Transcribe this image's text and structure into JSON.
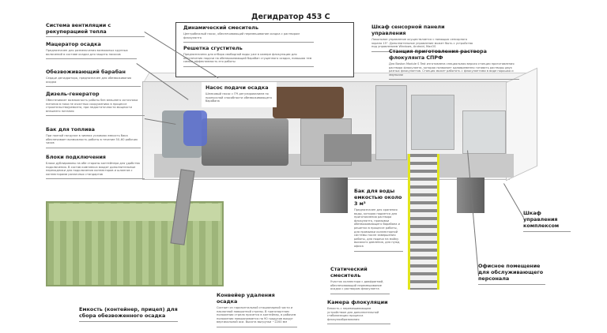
{
  "title": "Дегидратор 453 С",
  "labels": {
    "ventilation": {
      "title": "Система вентиляции с рекуперацией тепла"
    },
    "macerator": {
      "title": "Мацератор осадка",
      "desc": "Предназначен для размельчения возможных крупных включений в составе осадка для защиты насосов"
    },
    "drum": {
      "title": "Обезвоживающий барабан",
      "desc": "Сердце дегидратора, предназначен для обезвоживания осадка"
    },
    "generator": {
      "title": "Дизель-генератор",
      "desc": "Обеспечивает возможность работы без внешнего источника питания в пока не очистных сооружениях в процессе строительства/ремонта, при недостаточности мощности внешнего питания"
    },
    "fuel": {
      "title": "Бак для топлива",
      "desc": "При полной нагрузке в зимних условиях емкость бака обеспечивает возможность работы в течение 50–60 рабочих часов"
    },
    "connection": {
      "title": "Блоки подключения",
      "desc": "Блоки дублированы на обе стороны контейнера для удобства подключения. В состав комплекса входят дополнительные переходники для подключения коннекторов и шлангов с коннекторами различных стандартов"
    },
    "mixer": {
      "title": "Динамический смеситель",
      "desc": "Центробежный насос, обеспечивающий перемешивание осадка с раствором флокулянта"
    },
    "thickener": {
      "title": "Решетка сгуститель",
      "desc": "Предназначена для отбора свободной воды уже в камере флокуляции для обеспечения подачи на обезвоживающий барабан сгущенного осадка, повышая тем самым эффективность его работы"
    },
    "pump": {
      "title": "Насос подачи осадка",
      "desc": "Шнековый насос с ПЧ-регулированием по пропускной способности обезвоживающего барабана"
    },
    "panel": {
      "title": "Шкаф сенсорной панели управления",
      "desc": "Локальное управление осуществляется с помощью сенсорного экрана 15\". Дополнительное управление может быть с устройства под управлением Windows, Android, MacOS"
    },
    "station": {
      "title": "Станция приготовления раствора флокулянта СПРФ",
      "desc": "Для Boston Module S Test изготовлена специальная версия станции приготовления раствора флокулянта, которая позволяет одновременно готовить растворы двух разных флокулянтов. Станция может работать с флокулянтами в виде порошка и эмульсии"
    },
    "water": {
      "title": "Бак для воды емкостью около 3 м³",
      "desc": "Предназначен для хранения воды, которая подается для приготовления раствора флокулянта, промывки обезвоживающего барабана и решетки в процессе работы, для промывки коллекторной системы после завершения работы, для подачи на мойку высокого давления, для нужд офиса"
    },
    "static": {
      "title": "Статический смеситель",
      "desc": "Участок коллектора с диафрагмой, обеспечивающий перемешивание осадка с раствором флокулянта"
    },
    "floc": {
      "title": "Камера флокуляции",
      "desc": "Емкость с перемешивающим устройством для дополнительной стабилизации процесса флокулообразования"
    },
    "conveyor": {
      "title": "Конвейер удаления осадка",
      "desc": "Состоит из горизонтальной стационарной части и наклонной поворотной стрелы. В транспортном положении стрела прячется в контейнер, в рабочем положении поворачивается на 90 градусов вокруг вертикальной оси. Высота выгрузки ~2200 мм"
    },
    "bin": {
      "title": "Емкость (контейнер, прицеп) для сбора обезвоженного осадка"
    },
    "cabinet": {
      "title": "Шкаф управления комплексом"
    },
    "office": {
      "title": "Офисное помещение для обслуживающего персонала"
    }
  },
  "colors": {
    "bin": "#a9bf86",
    "container": "#ececec",
    "stairs": "#e2e61c",
    "drum": "#8a8a8a",
    "tank": "#6b4f3b"
  }
}
